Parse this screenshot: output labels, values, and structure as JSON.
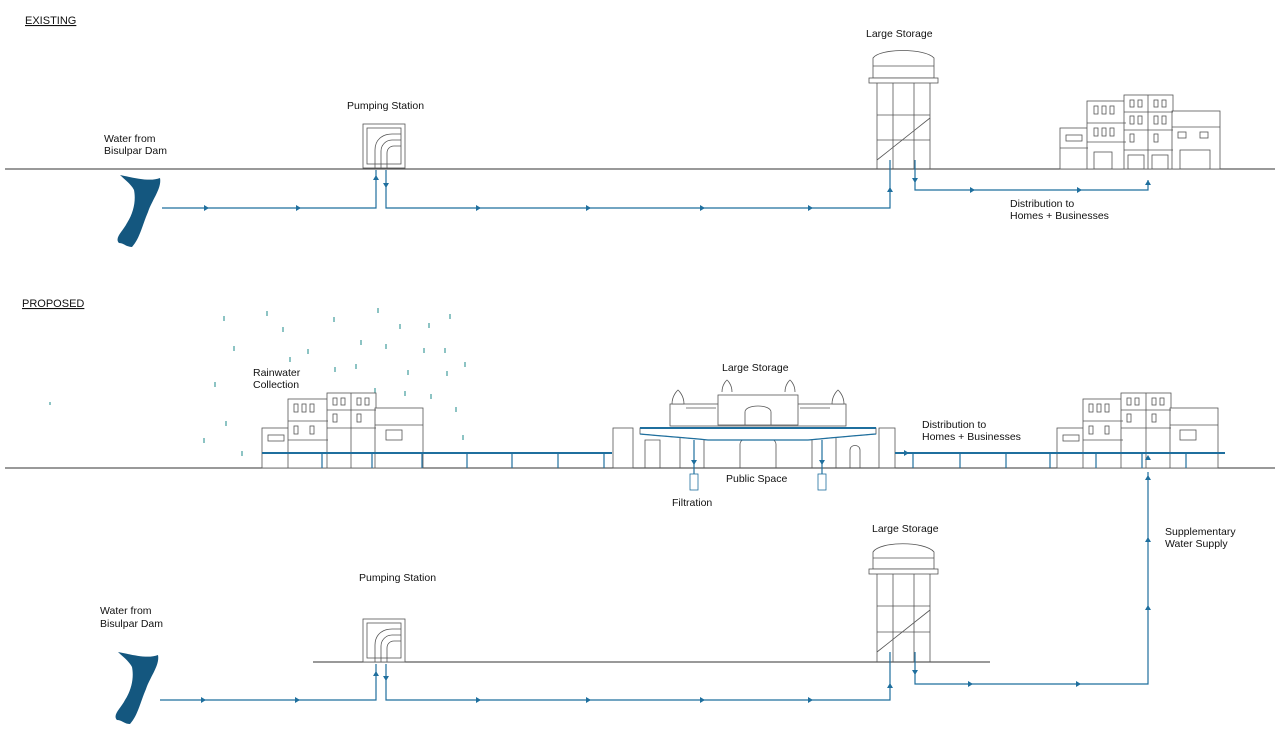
{
  "sections": {
    "existing": "EXISTING",
    "proposed": "PROPOSED"
  },
  "existing": {
    "source_line1": "Water from",
    "source_line2": "Bisulpar Dam",
    "pumping": "Pumping Station",
    "storage": "Large Storage",
    "distribution_line1": "Distribution to",
    "distribution_line2": "Homes + Businesses"
  },
  "proposed": {
    "rain_line1": "Rainwater",
    "rain_line2": "Collection",
    "storage_top": "Large Storage",
    "public_space": "Public Space",
    "filtration": "Filtration",
    "distribution_line1": "Distribution to",
    "distribution_line2": "Homes + Businesses",
    "storage_lower": "Large Storage",
    "supply_line1": "Supplementary",
    "supply_line2": "Water Supply",
    "pumping": "Pumping Station",
    "source_line1": "Water from",
    "source_line2": "Bisulpar Dam"
  },
  "colors": {
    "pipe": "#1f6f9e",
    "water_body": "#14577f",
    "rain": "#1b8a8a",
    "line_art": "#555555"
  },
  "icons": [
    "dam-water-icon",
    "pumping-station-icon",
    "water-tower-icon",
    "buildings-icon",
    "fort-icon",
    "rain-drop-icon",
    "flow-arrow-icon"
  ]
}
